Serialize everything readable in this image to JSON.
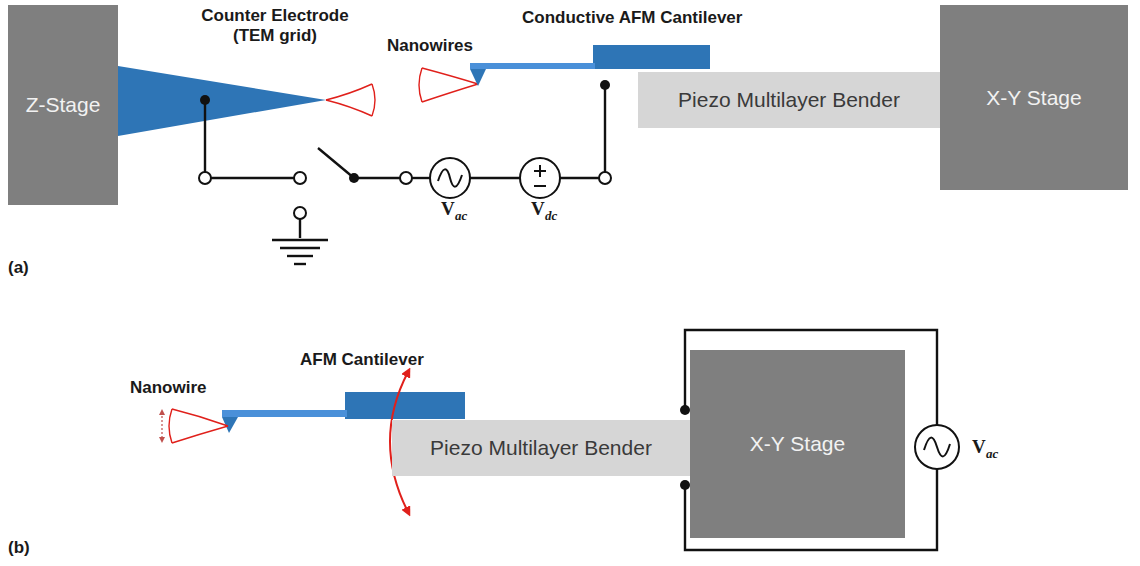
{
  "diagram": {
    "nodes": [
      {
        "text": [
          "Z-Stage"
        ]
      },
      {
        "text": [
          "Piezo Multilayer Bender"
        ]
      },
      {
        "text": [
          "X-Y Stage"
        ]
      },
      {
        "text": [
          "Piezo Multilayer Bender"
        ]
      },
      {
        "text": [
          "X-Y Stage"
        ]
      }
    ],
    "labels": [
      "Counter Electrode (TEM grid)",
      "Nanowires",
      "Conductive AFM Cantilever",
      "V",
      "ac",
      "V",
      "dc",
      "(a)",
      "Nanowire",
      "AFM Cantilever",
      "V",
      "ac",
      "(b)"
    ]
  }
}
